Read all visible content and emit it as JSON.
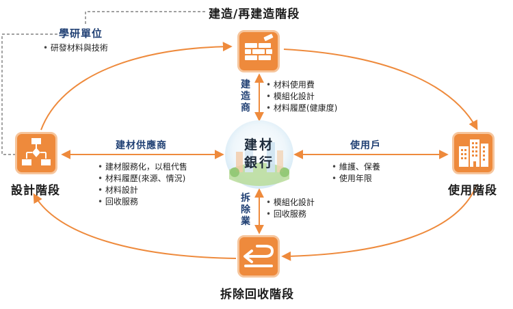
{
  "colors": {
    "accent": "#ee8a3c",
    "accent_light": "#f6c59c",
    "party_text": "#1f3f73",
    "dashed": "#666666"
  },
  "phases": {
    "construction": {
      "label": "建造/再建造階段",
      "icon": "brick-wall-icon"
    },
    "design": {
      "label": "設計階段",
      "icon": "flowchart-icon"
    },
    "use": {
      "label": "使用階段",
      "icon": "buildings-icon"
    },
    "demolition": {
      "label": "拆除回收階段",
      "icon": "return-arrow-icon"
    }
  },
  "research": {
    "label": "學研單位",
    "items": [
      "研發材料與技術"
    ]
  },
  "center": {
    "line1": "建材",
    "line2": "銀行",
    "icon": "city-globe-icon"
  },
  "builder": {
    "label_chars": [
      "建",
      "造",
      "商"
    ],
    "items": [
      "材料使用費",
      "模組化設計",
      "材料履歷(健康度)"
    ]
  },
  "supplier": {
    "label": "建材供應商",
    "items": [
      "建材服務化，以租代售",
      "材料履歷(來源、情況)",
      "材料設計",
      "回收服務"
    ]
  },
  "user": {
    "label": "使用戶",
    "items": [
      "維護、保養",
      "使用年限"
    ]
  },
  "demolisher": {
    "label_chars": [
      "拆",
      "除",
      "業"
    ],
    "items": [
      "模組化設計",
      "回收服務"
    ]
  }
}
